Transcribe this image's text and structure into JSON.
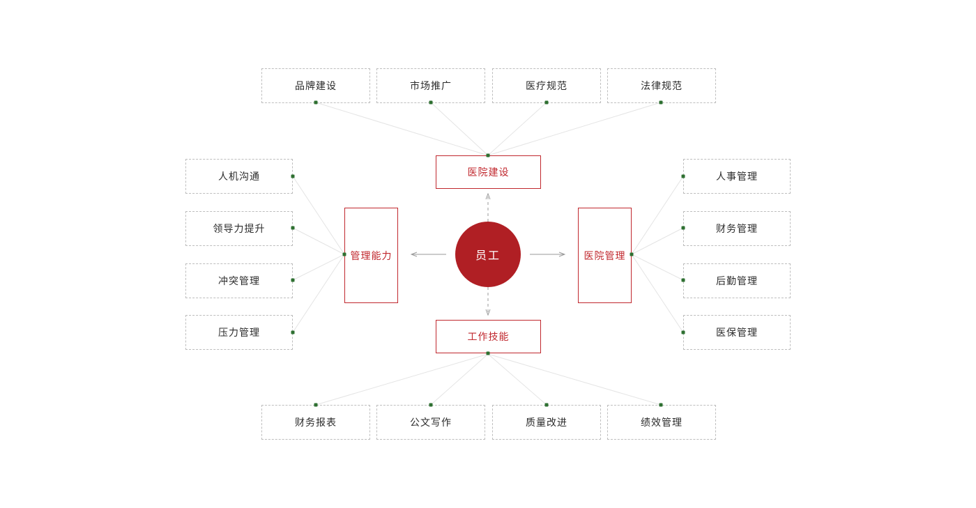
{
  "diagram": {
    "title": "",
    "colors": {
      "hub_fill": "#b01f24",
      "category_border": "#c0272d",
      "category_text": "#c0272d",
      "leaf_border": "#bdbdbd",
      "leaf_text": "#2b2b2b",
      "connector_line": "#e2e2e2",
      "connector_dot": "#2e7031",
      "arrow": "#9a9a9a",
      "background": "#ffffff"
    },
    "hub": {
      "label": "员工"
    },
    "categories": [
      {
        "id": "top",
        "label": "医院建设",
        "position": "top"
      },
      {
        "id": "left",
        "label": "管理能力",
        "position": "left"
      },
      {
        "id": "right",
        "label": "医院管理",
        "position": "right"
      },
      {
        "id": "bottom",
        "label": "工作技能",
        "position": "bottom"
      }
    ],
    "groups": [
      {
        "parent": "医院建设",
        "position": "top",
        "items": [
          "品牌建设",
          "市场推广",
          "医疗规范",
          "法律规范"
        ]
      },
      {
        "parent": "管理能力",
        "position": "left",
        "items": [
          "人机沟通",
          "领导力提升",
          "冲突管理",
          "压力管理"
        ]
      },
      {
        "parent": "医院管理",
        "position": "right",
        "items": [
          "人事管理",
          "财务管理",
          "后勤管理",
          "医保管理"
        ]
      },
      {
        "parent": "工作技能",
        "position": "bottom",
        "items": [
          "财务报表",
          "公文写作",
          "质量改进",
          "绩效管理"
        ]
      }
    ],
    "arrows": [
      {
        "from": "员工",
        "to": "医院建设",
        "direction": "up",
        "style": "dashed"
      },
      {
        "from": "员工",
        "to": "管理能力",
        "direction": "left",
        "style": "solid"
      },
      {
        "from": "员工",
        "to": "医院管理",
        "direction": "right",
        "style": "solid"
      },
      {
        "from": "员工",
        "to": "工作技能",
        "direction": "down",
        "style": "dashed"
      }
    ]
  }
}
